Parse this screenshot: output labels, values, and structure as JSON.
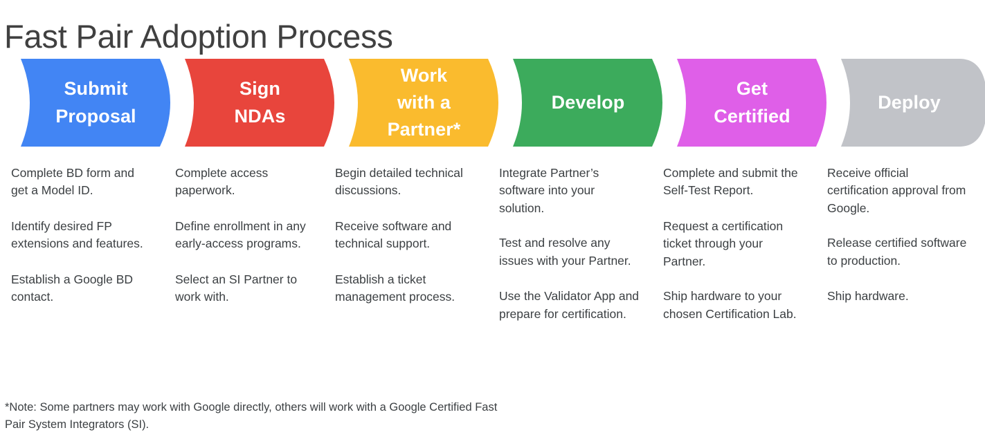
{
  "title": "Fast Pair Adoption Process",
  "colors": {
    "blue": "#4285F4",
    "red": "#E8453C",
    "yellow": "#FABB2E",
    "green": "#3CAB5C",
    "magenta": "#DF5FE8",
    "gray": "#C1C3C8",
    "text": "#3c4043",
    "title": "#404040",
    "label": "#ffffff"
  },
  "stages": [
    {
      "id": "submit-proposal",
      "label": "Submit\nProposal",
      "color": "#4285F4",
      "items": [
        "Complete BD form and get a Model ID.",
        "Identify desired FP extensions and features.",
        "Establish a Google BD contact."
      ]
    },
    {
      "id": "sign-ndas",
      "label": "Sign\nNDAs",
      "color": "#E8453C",
      "items": [
        "Complete access paperwork.",
        "Define enrollment in any early-access programs.",
        "Select an SI Partner to work with."
      ]
    },
    {
      "id": "work-with-a-partner",
      "label": "Work\nwith a\nPartner*",
      "color": "#FABB2E",
      "items": [
        "Begin detailed technical discussions.",
        "Receive software and technical support.",
        "Establish a ticket management process."
      ]
    },
    {
      "id": "develop",
      "label": "Develop",
      "color": "#3CAB5C",
      "items": [
        "Integrate Partner’s software into your solution.",
        "Test and resolve any issues with your Partner.",
        "Use the Validator App and prepare for certification."
      ]
    },
    {
      "id": "get-certified",
      "label": "Get\nCertified",
      "color": "#DF5FE8",
      "items": [
        "Complete and submit the Self-Test Report.",
        "Request a certification ticket through your Partner.",
        "Ship hardware to your chosen Certification Lab."
      ]
    },
    {
      "id": "deploy",
      "label": "Deploy",
      "color": "#C1C3C8",
      "items": [
        "Receive official certification approval from Google.",
        "Release certified software to production.",
        "Ship hardware."
      ]
    }
  ],
  "footnote": "*Note: Some partners may work with Google directly, others will work with a Google Certified Fast Pair System Integrators (SI)."
}
